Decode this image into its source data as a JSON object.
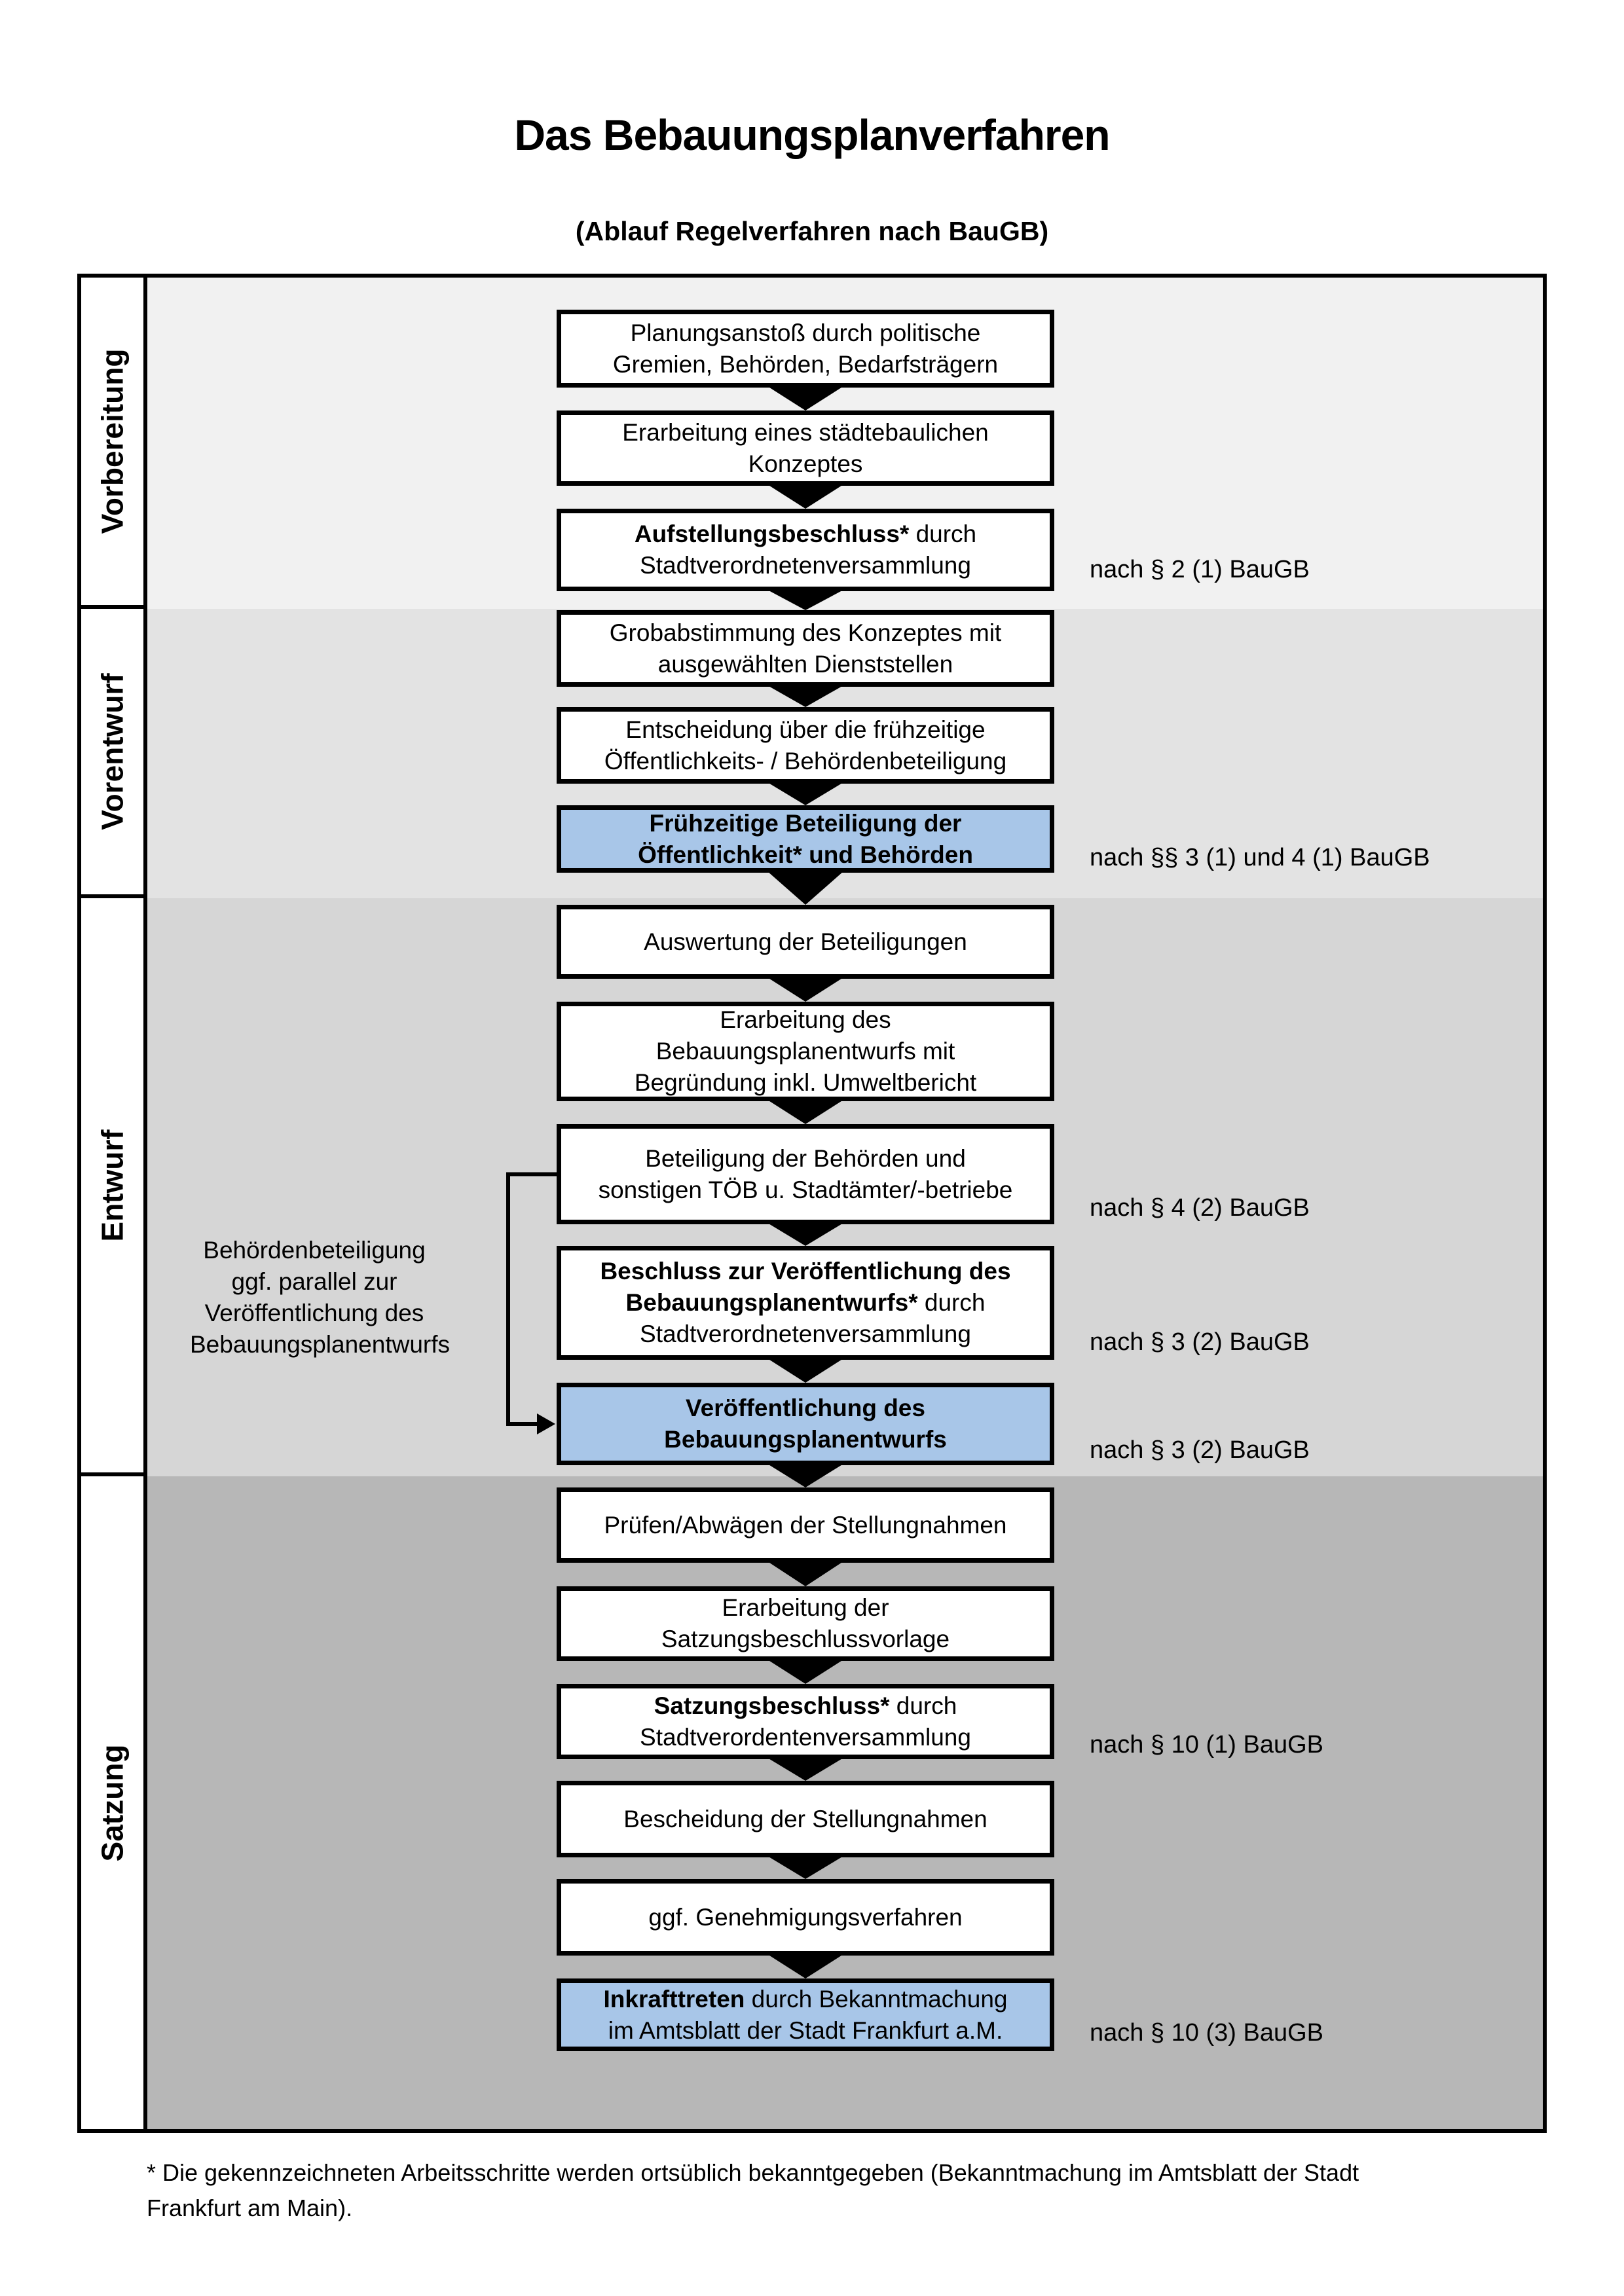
{
  "title": "Das Bebauungsplanverfahren",
  "subtitle": "(Ablauf Regelverfahren nach BauGB)",
  "phases": [
    {
      "label": "Vorbereitung"
    },
    {
      "label": "Vorentwurf"
    },
    {
      "label": "Entwurf"
    },
    {
      "label": "Satzung"
    }
  ],
  "boxes": [
    {
      "variant": "white",
      "lines": [
        {
          "segments": [
            {
              "text": "Planungsanstoß durch politische",
              "bold": false
            }
          ]
        },
        {
          "segments": [
            {
              "text": "Gremien, Behörden, Bedarfsträgern",
              "bold": false
            }
          ]
        }
      ]
    },
    {
      "variant": "white",
      "lines": [
        {
          "segments": [
            {
              "text": "Erarbeitung eines städtebaulichen",
              "bold": false
            }
          ]
        },
        {
          "segments": [
            {
              "text": "Konzeptes",
              "bold": false
            }
          ]
        }
      ]
    },
    {
      "variant": "white",
      "lines": [
        {
          "segments": [
            {
              "text": "Aufstellungsbeschluss*",
              "bold": true
            },
            {
              "text": " durch",
              "bold": false
            }
          ]
        },
        {
          "segments": [
            {
              "text": "Stadtverordnetenversammlung",
              "bold": false
            }
          ]
        }
      ]
    },
    {
      "variant": "white",
      "lines": [
        {
          "segments": [
            {
              "text": "Grobabstimmung des Konzeptes mit",
              "bold": false
            }
          ]
        },
        {
          "segments": [
            {
              "text": "ausgewählten Dienststellen",
              "bold": false
            }
          ]
        }
      ]
    },
    {
      "variant": "white",
      "lines": [
        {
          "segments": [
            {
              "text": "Entscheidung über die frühzeitige",
              "bold": false
            }
          ]
        },
        {
          "segments": [
            {
              "text": "Öffentlichkeits- / Behördenbeteiligung",
              "bold": false
            }
          ]
        }
      ]
    },
    {
      "variant": "blue",
      "lines": [
        {
          "segments": [
            {
              "text": "Frühzeitige Beteiligung der",
              "bold": true
            }
          ]
        },
        {
          "segments": [
            {
              "text": "Öffentlichkeit* und Behörden",
              "bold": true
            }
          ]
        }
      ]
    },
    {
      "variant": "white",
      "lines": [
        {
          "segments": [
            {
              "text": "Auswertung der Beteiligungen",
              "bold": false
            }
          ]
        }
      ]
    },
    {
      "variant": "white",
      "lines": [
        {
          "segments": [
            {
              "text": "Erarbeitung des",
              "bold": false
            }
          ]
        },
        {
          "segments": [
            {
              "text": "Bebauungsplanentwurfs mit",
              "bold": false
            }
          ]
        },
        {
          "segments": [
            {
              "text": "Begründung inkl. Umweltbericht",
              "bold": false
            }
          ]
        }
      ]
    },
    {
      "variant": "white",
      "lines": [
        {
          "segments": [
            {
              "text": "Beteiligung der Behörden und",
              "bold": false
            }
          ]
        },
        {
          "segments": [
            {
              "text": "sonstigen TÖB u. Stadtämter/-betriebe",
              "bold": false
            }
          ]
        }
      ]
    },
    {
      "variant": "white",
      "lines": [
        {
          "segments": [
            {
              "text": "Beschluss zur Veröffentlichung des",
              "bold": true
            }
          ]
        },
        {
          "segments": [
            {
              "text": "Bebauungsplanentwurfs*",
              "bold": true
            },
            {
              "text": " durch",
              "bold": false
            }
          ]
        },
        {
          "segments": [
            {
              "text": "Stadtverordnetenversammlung",
              "bold": false
            }
          ]
        }
      ]
    },
    {
      "variant": "blue",
      "lines": [
        {
          "segments": [
            {
              "text": "Veröffentlichung des",
              "bold": true
            }
          ]
        },
        {
          "segments": [
            {
              "text": "Bebauungsplanentwurfs",
              "bold": true
            }
          ]
        }
      ]
    },
    {
      "variant": "white",
      "lines": [
        {
          "segments": [
            {
              "text": "Prüfen/Abwägen der Stellungnahmen",
              "bold": false
            }
          ]
        }
      ]
    },
    {
      "variant": "white",
      "lines": [
        {
          "segments": [
            {
              "text": "Erarbeitung der",
              "bold": false
            }
          ]
        },
        {
          "segments": [
            {
              "text": "Satzungsbeschlussvorlage",
              "bold": false
            }
          ]
        }
      ]
    },
    {
      "variant": "white",
      "lines": [
        {
          "segments": [
            {
              "text": "Satzungsbeschluss*",
              "bold": true
            },
            {
              "text": " durch",
              "bold": false
            }
          ]
        },
        {
          "segments": [
            {
              "text": "Stadtverordentenversammlung",
              "bold": false
            }
          ]
        }
      ]
    },
    {
      "variant": "white",
      "lines": [
        {
          "segments": [
            {
              "text": "Bescheidung der Stellungnahmen",
              "bold": false
            }
          ]
        }
      ]
    },
    {
      "variant": "white",
      "lines": [
        {
          "segments": [
            {
              "text": "ggf. Genehmigungsverfahren",
              "bold": false
            }
          ]
        }
      ]
    },
    {
      "variant": "blue",
      "lines": [
        {
          "segments": [
            {
              "text": "Inkrafttreten",
              "bold": true
            },
            {
              "text": " durch Bekanntmachung",
              "bold": false
            }
          ]
        },
        {
          "segments": [
            {
              "text": "im Amtsblatt der Stadt Frankfurt a.M.",
              "bold": false
            }
          ]
        }
      ]
    }
  ],
  "law_refs": [
    {
      "text": "nach § 2 (1) BauGB"
    },
    {
      "text": "nach §§ 3 (1) und 4 (1) BauGB"
    },
    {
      "text": "nach § 4 (2) BauGB"
    },
    {
      "text": "nach § 3 (2) BauGB"
    },
    {
      "text": "nach § 3 (2) BauGB"
    },
    {
      "text": "nach § 10 (1) BauGB"
    },
    {
      "text": "nach § 10 (3) BauGB"
    }
  ],
  "side_note": {
    "lines": [
      "Behördenbeteiligung",
      "ggf. parallel zur",
      "Veröffentlichung des",
      "Bebauungsplanentwurfs"
    ]
  },
  "footnote": {
    "lines": [
      "* Die gekennzeichneten Arbeitsschritte werden ortsüblich bekanntgegeben (Bekanntmachung im Amtsblatt  der Stadt",
      "Frankfurt am Main)."
    ]
  },
  "colors": {
    "phase_backgrounds": [
      "#f1f1f1",
      "#e3e3e3",
      "#d6d6d6",
      "#b7b7b7"
    ],
    "highlight_box": "#a8c6e8",
    "box_background": "#ffffff",
    "line_color": "#000000"
  }
}
